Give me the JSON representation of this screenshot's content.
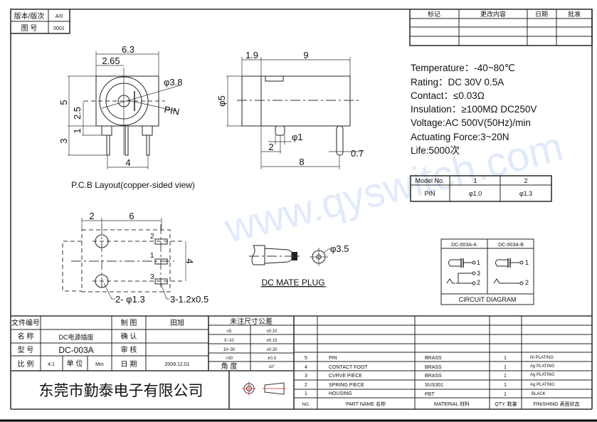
{
  "header_box": {
    "version_label": "版本/版次",
    "version_value": "A/0",
    "drawing_no_label": "图 号",
    "drawing_no_value": "0001"
  },
  "revision_table": {
    "headers": [
      "标记",
      "更改内容",
      "日期",
      "批准"
    ]
  },
  "specs": [
    "Temperature：-40~80℃",
    "Rating：DC 30V 0.5A",
    "Contact：≤0.03Ω",
    "Insulation：≥100MΩ DC250V",
    "Voltage:AC 500V(50Hz)/min",
    "Actuating Force:3~20N",
    "Life:5000次"
  ],
  "model_table": {
    "headers": [
      "Model No.",
      "1",
      "2"
    ],
    "row": [
      "PIN",
      "φ1.0",
      "φ1.3"
    ]
  },
  "front_view": {
    "dims": [
      "6.3",
      "2.65",
      "5",
      "2.5",
      "1",
      "3",
      "4",
      "φ3.8",
      "PIN"
    ],
    "caption": "P.C.B Layout(copper-sided view)"
  },
  "side_view": {
    "dims": [
      "1.9",
      "9",
      "φ5",
      "φ1",
      "2",
      "8",
      "0.7"
    ]
  },
  "pcb_view": {
    "dims": [
      "2",
      "6",
      "4"
    ],
    "pin_labels": [
      "2",
      "1",
      "3"
    ],
    "hole_note": "2- φ1.3",
    "pad_note": "3-1.2x0.5"
  },
  "mate_plug": {
    "dim": "φ3.5",
    "caption": "DC MATE PLUG"
  },
  "circuit": {
    "col_a": "DC-003A-A",
    "col_b": "DC-003A-B",
    "a_pins": [
      "1",
      "3",
      "2"
    ],
    "b_pins": [
      "1",
      "2"
    ],
    "caption": "CIRCUIT DIAGRAM"
  },
  "title_block": {
    "file_no_label": "文件编号",
    "file_no_value": "",
    "name_label": "名 称",
    "name_value": "DC电源插座",
    "model_label": "型 号",
    "model_value": "DC-003A",
    "scale_label": "比 例",
    "scale_value": "4:1",
    "unit_label": "单 位",
    "unit_value": "Mm",
    "drawn_label": "制 图",
    "drawn_value": "田旭",
    "confirm_label": "确 认",
    "confirm_value": "",
    "review_label": "审 核",
    "review_value": "",
    "date_label": "日 期",
    "date_value": "2009.12.01",
    "tolerance_title": "未注尺寸公差",
    "tolerances": [
      [
        "≤5",
        "±0.10"
      ],
      [
        "5~10",
        "±0.15"
      ],
      [
        "10~30",
        "±0.20"
      ],
      [
        ">30",
        "±0.3"
      ],
      [
        "角 度",
        "±2°"
      ]
    ],
    "company": "东莞市勤泰电子有限公司"
  },
  "bom": {
    "rows": [
      [
        "5",
        "PIN",
        "BRASS",
        "1",
        "NI PLATING"
      ],
      [
        "4",
        "CONTACT  FOOT",
        "BRASS",
        "1",
        "Ag PLATING"
      ],
      [
        "3",
        "CVRVE  PIECE",
        "BRASS",
        "1",
        "Ag PLATING"
      ],
      [
        "2",
        "SPRING  PIECE",
        "SUS301",
        "1",
        "Ag PLATING"
      ],
      [
        "1",
        "HOUSING",
        "PBT",
        "1",
        "BLACK"
      ]
    ],
    "headers": [
      "NO.",
      "PART  NAME 名称",
      "MATERIAL 材料",
      "QTY. 数量",
      "FINISHING 表面状态"
    ]
  },
  "watermark": "www.qyswitch.com",
  "colors": {
    "watermark": "#c9d9f7",
    "symbol_red": "#e02020"
  }
}
